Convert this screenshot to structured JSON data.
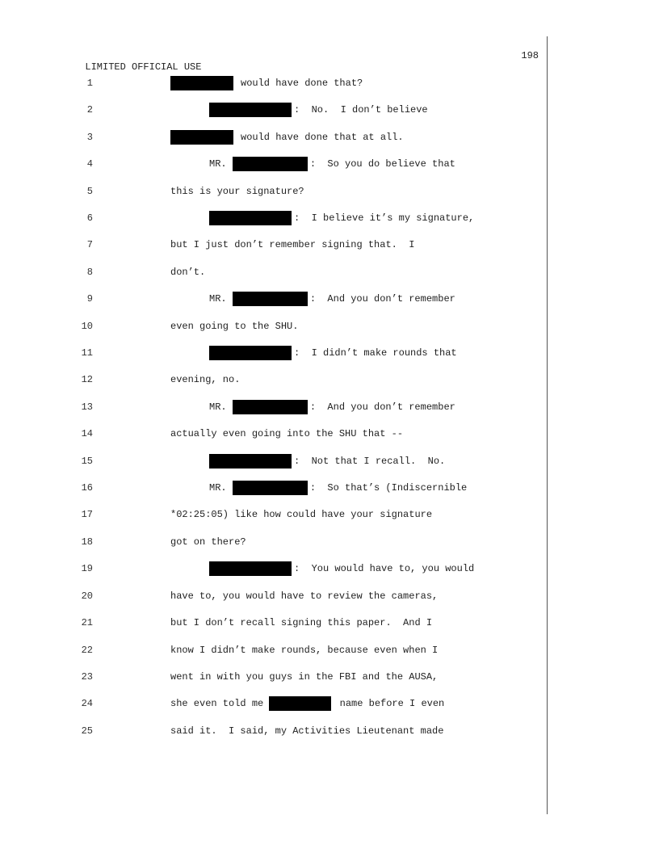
{
  "header": {
    "label": "LIMITED OFFICIAL USE",
    "page": "198"
  },
  "lines": [
    {
      "n": "1",
      "t": "would have done that?"
    },
    {
      "n": "2",
      "t": ":  No.  I don’t believe"
    },
    {
      "n": "3",
      "t": "would have done that at all."
    },
    {
      "n": "4",
      "a": "MR. ",
      "t": ":  So you do believe that"
    },
    {
      "n": "5",
      "t": "this is your signature?"
    },
    {
      "n": "6",
      "t": ":  I believe it’s my signature,"
    },
    {
      "n": "7",
      "t": "but I just don’t remember signing that.  I"
    },
    {
      "n": "8",
      "t": "don’t."
    },
    {
      "n": "9",
      "a": "MR. ",
      "t": ":  And you don’t remember"
    },
    {
      "n": "10",
      "t": "even going to the SHU."
    },
    {
      "n": "11",
      "t": ":  I didn’t make rounds that"
    },
    {
      "n": "12",
      "t": "evening, no."
    },
    {
      "n": "13",
      "a": "MR. ",
      "t": ":  And you don’t remember"
    },
    {
      "n": "14",
      "t": "actually even going into the SHU that --"
    },
    {
      "n": "15",
      "t": ":  Not that I recall.  No."
    },
    {
      "n": "16",
      "a": "MR. ",
      "t": ":  So that’s (Indiscernible"
    },
    {
      "n": "17",
      "t": "*02:25:05) like how could have your signature"
    },
    {
      "n": "18",
      "t": "got on there?"
    },
    {
      "n": "19",
      "t": ":  You would have to, you would"
    },
    {
      "n": "20",
      "t": "have to, you would have to review the cameras,"
    },
    {
      "n": "21",
      "t": "but I don’t recall signing this paper.  And I"
    },
    {
      "n": "22",
      "t": "know I didn’t make rounds, because even when I"
    },
    {
      "n": "23",
      "t": "went in with you guys in the FBI and the AUSA,"
    },
    {
      "n": "24",
      "a": "she even told me ",
      "t": " name before I even"
    },
    {
      "n": "25",
      "t": "said it.  I said, my Activities Lieutenant made"
    }
  ]
}
